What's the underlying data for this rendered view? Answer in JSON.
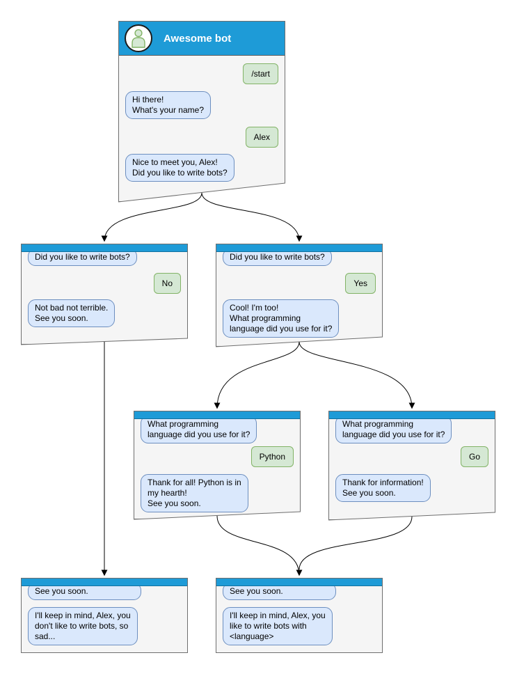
{
  "colors": {
    "header_blue": "#1e9bd7",
    "window_bg": "#f5f5f5",
    "window_border": "#6e6e6e",
    "bot_bubble_bg": "#dae8fc",
    "bot_bubble_border": "#6c8ebf",
    "user_bubble_bg": "#d5e8d4",
    "user_bubble_border": "#82b366",
    "arrow": "#000000"
  },
  "windows": [
    {
      "id": "start",
      "title": "Awesome bot",
      "avatar_icon": "person-icon",
      "bubbles": [
        {
          "from": "user",
          "text": "/start"
        },
        {
          "from": "bot",
          "text": "Hi there!\nWhat's your name?"
        },
        {
          "from": "user",
          "text": "Alex"
        },
        {
          "from": "bot",
          "text": "Nice to meet you, Alex!\nDid you like to write bots?"
        }
      ]
    },
    {
      "id": "answer-no",
      "bubbles": [
        {
          "from": "bot",
          "text": "Did you like to write bots?"
        },
        {
          "from": "user",
          "text": "No"
        },
        {
          "from": "bot",
          "text": "Not bad not terrible.\nSee you soon."
        }
      ]
    },
    {
      "id": "answer-yes",
      "bubbles": [
        {
          "from": "bot",
          "text": "Did you like to write bots?"
        },
        {
          "from": "user",
          "text": "Yes"
        },
        {
          "from": "bot",
          "text": "Cool! I'm too!\nWhat programming\nlanguage did you use for it?"
        }
      ]
    },
    {
      "id": "lang-python",
      "bubbles": [
        {
          "from": "bot",
          "text": "What programming\nlanguage did you use for it?"
        },
        {
          "from": "user",
          "text": "Python"
        },
        {
          "from": "bot",
          "text": "Thank for all! Python is in\nmy hearth!\nSee you soon."
        }
      ]
    },
    {
      "id": "lang-go",
      "bubbles": [
        {
          "from": "bot",
          "text": "What programming\nlanguage did you use for it?"
        },
        {
          "from": "user",
          "text": "Go"
        },
        {
          "from": "bot",
          "text": "Thank for information!\nSee you soon."
        }
      ]
    },
    {
      "id": "end-dont-like",
      "bubbles": [
        {
          "from": "bot",
          "text": "See you soon."
        },
        {
          "from": "bot",
          "text": "I'll keep in mind, Alex, you\ndon't like to write bots, so\nsad..."
        }
      ]
    },
    {
      "id": "end-like",
      "bubbles": [
        {
          "from": "bot",
          "text": "See you soon."
        },
        {
          "from": "bot",
          "text": "I'll keep in mind, Alex, you\nlike to write bots with\n<language>"
        }
      ]
    }
  ]
}
